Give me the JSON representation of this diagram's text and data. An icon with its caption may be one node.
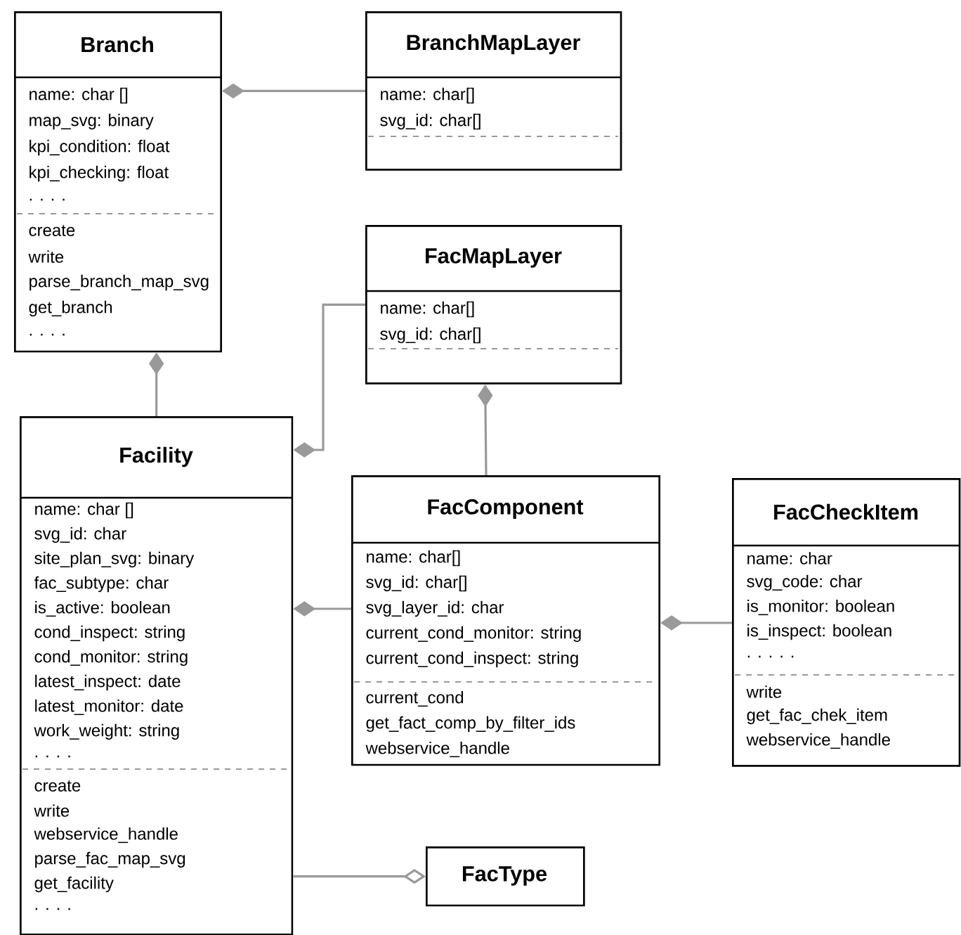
{
  "diagram": {
    "nodes": [
      {
        "text": [
          "Branch",
          "name: char []",
          "map_svg: binary",
          "kpi_condition: float",
          "kpi_checking: float",
          ". . . .",
          "create",
          "write",
          "parse_branch_map_svg",
          "get_branch",
          ". . . ."
        ]
      },
      {
        "text": [
          "BranchMapLayer",
          "name: char[]",
          "svg_id: char[]"
        ]
      },
      {
        "text": [
          "FacMapLayer",
          "name: char[]",
          "svg_id: char[]"
        ]
      },
      {
        "text": [
          "Facility",
          "name: char []",
          "svg_id: char",
          "site_plan_svg: binary",
          "fac_subtype: char",
          "is_active: boolean",
          "cond_inspect: string",
          "cond_monitor: string",
          "latest_inspect: date",
          "latest_monitor: date",
          "work_weight: string",
          ". . . .",
          "create",
          "write",
          "webservice_handle",
          "parse_fac_map_svg",
          "get_facility",
          ". . . ."
        ]
      },
      {
        "text": [
          "FacComponent",
          "name: char[]",
          "svg_id: char[]",
          "svg_layer_id: char",
          "current_cond_monitor: string",
          "current_cond_inspect: string",
          "current_cond",
          "get_fact_comp_by_filter_ids",
          "webservice_handle"
        ]
      },
      {
        "text": [
          "FacCheckItem",
          "name: char",
          "svg_code: char",
          "is_monitor: boolean",
          "is_inspect: boolean",
          ". . . . .",
          "write",
          "get_fac_chek_item",
          "webservice_handle"
        ]
      },
      {
        "text": [
          "FacType"
        ]
      }
    ],
    "edges": [
      {
        "from": 1,
        "to": 0,
        "arrow": "other"
      },
      {
        "from": 3,
        "to": 0,
        "arrow": "other"
      },
      {
        "from": 2,
        "to": 3,
        "arrow": "other"
      },
      {
        "from": 4,
        "to": 2,
        "arrow": "other"
      },
      {
        "from": 4,
        "to": 3,
        "arrow": "other"
      },
      {
        "from": 5,
        "to": 4,
        "arrow": "other"
      },
      {
        "from": 3,
        "to": 6,
        "arrow": "other"
      }
    ]
  }
}
